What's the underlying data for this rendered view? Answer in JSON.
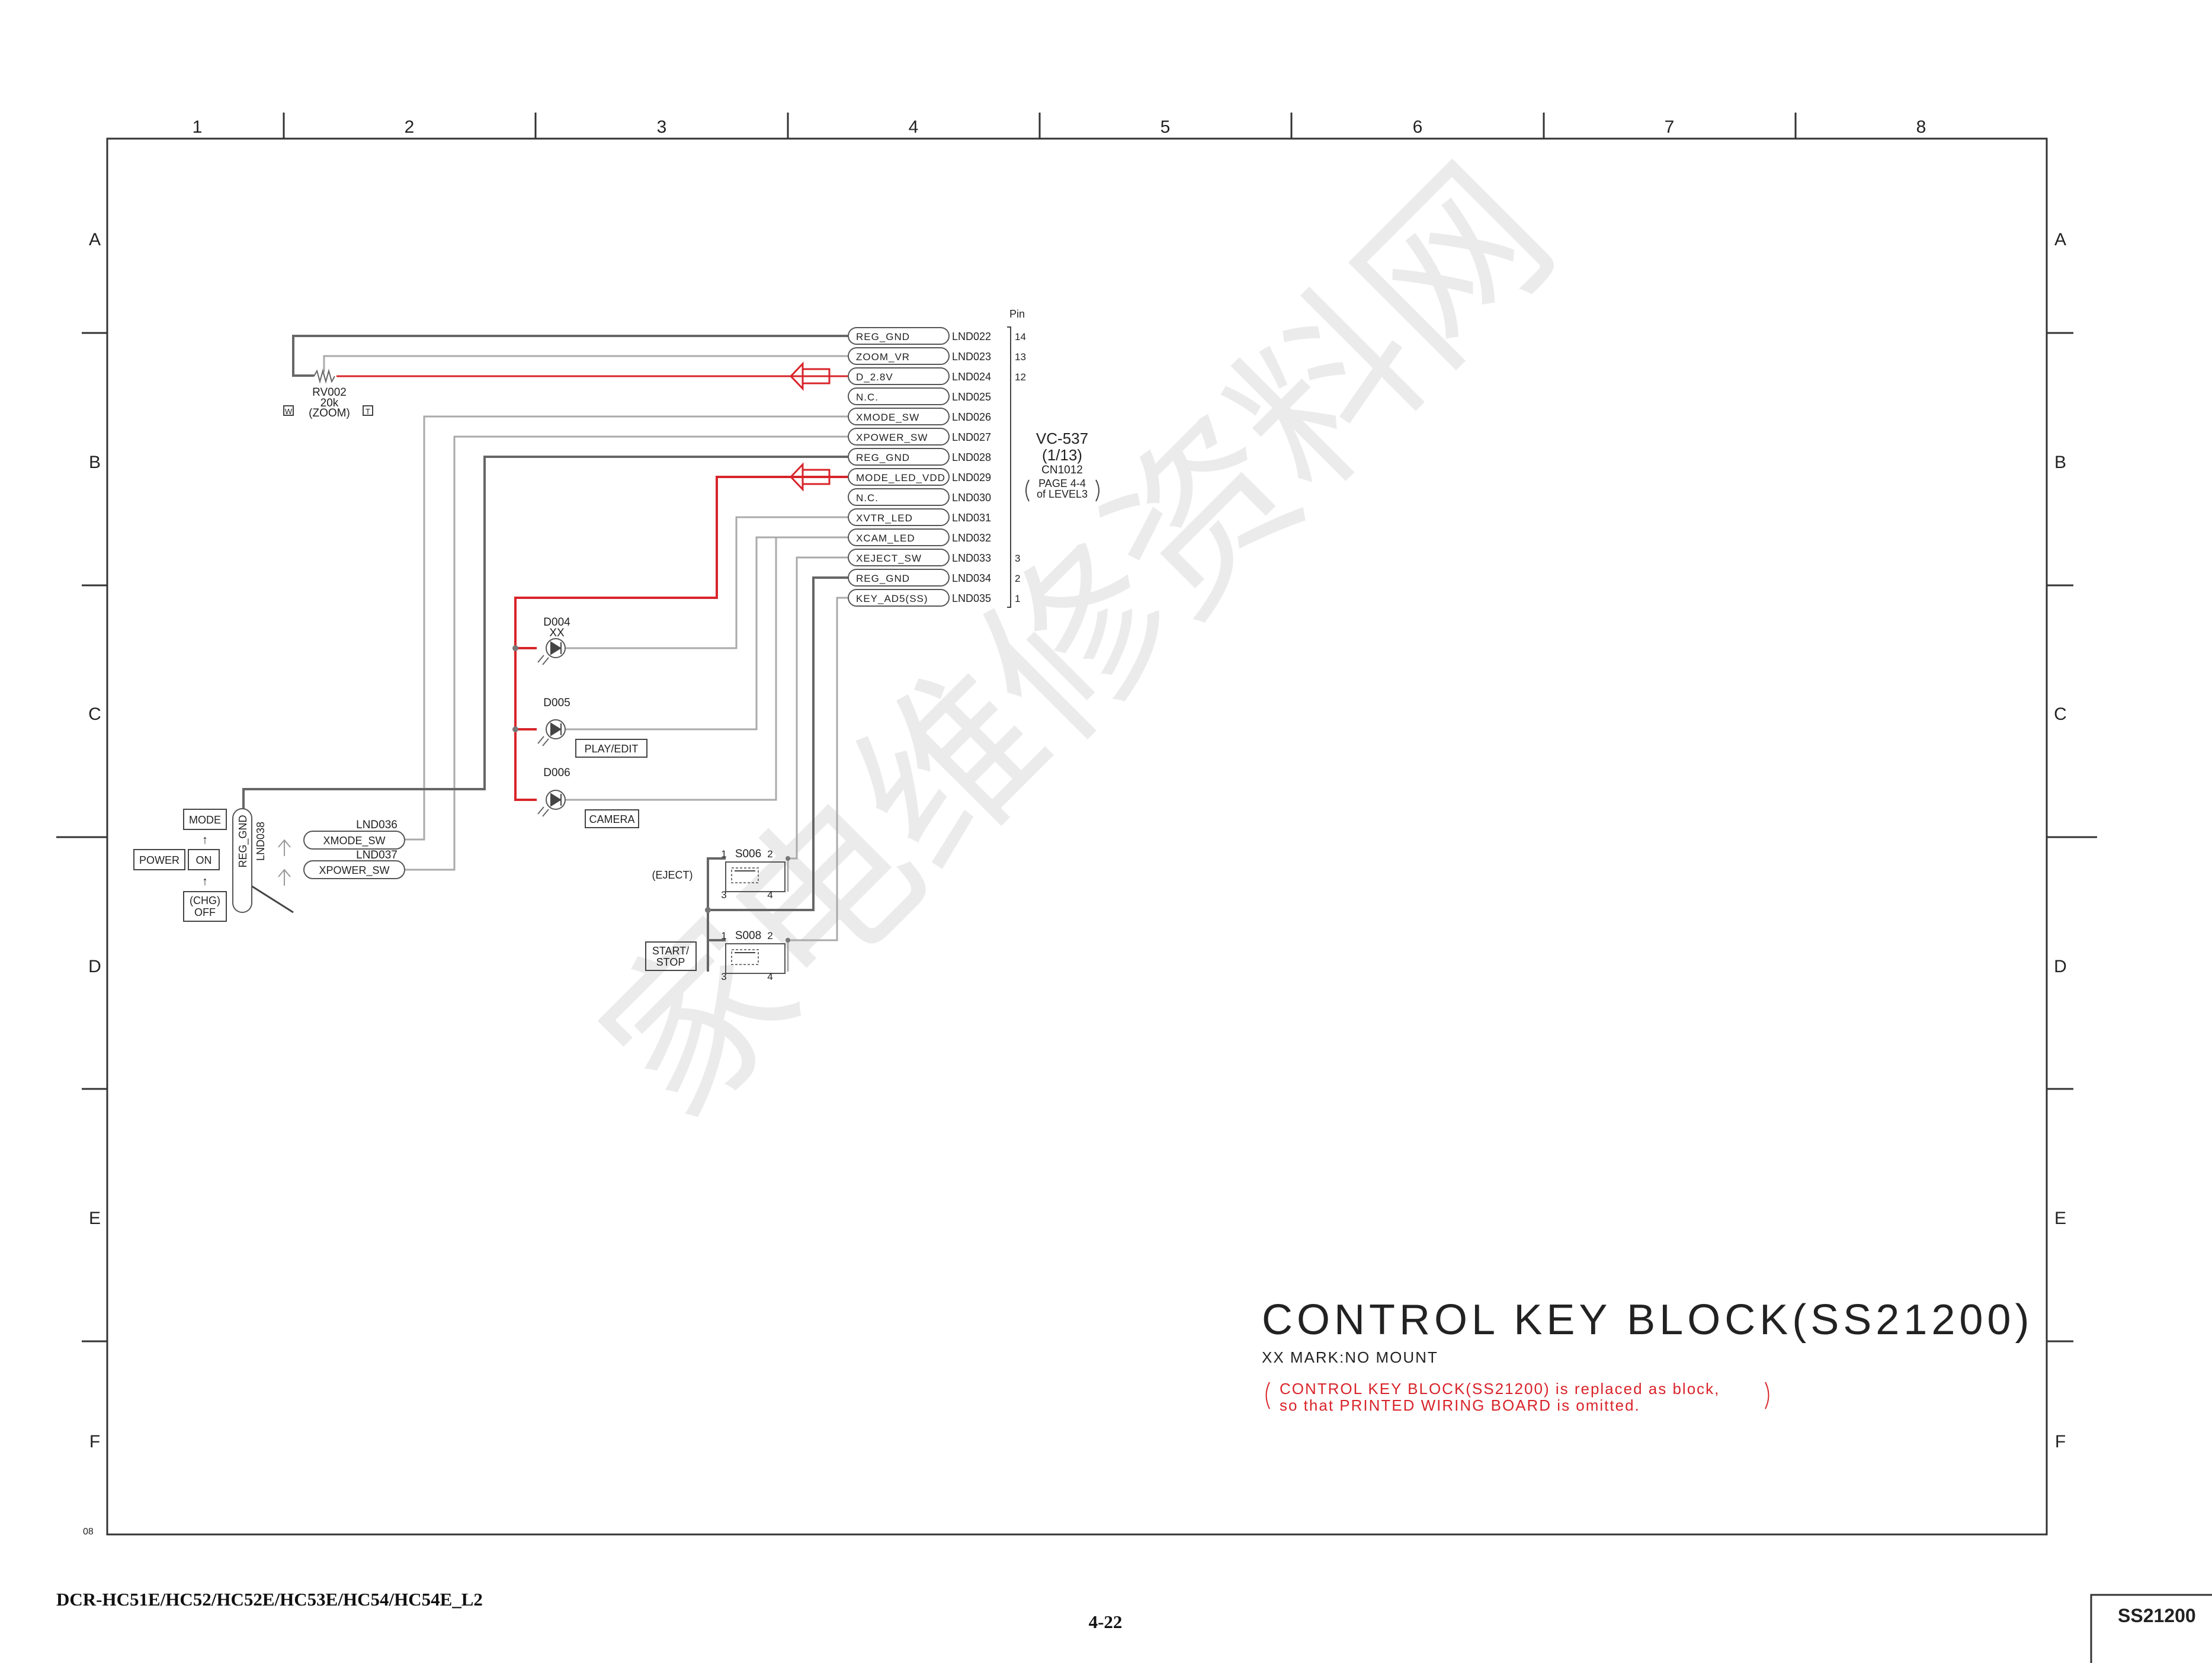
{
  "grid": {
    "columns": [
      "1",
      "2",
      "3",
      "4",
      "5",
      "6",
      "7",
      "8"
    ],
    "rows": [
      "A",
      "B",
      "C",
      "D",
      "E",
      "F"
    ]
  },
  "connector": {
    "pin_header": "Pin",
    "board": "VC-537",
    "sheet": "(1/13)",
    "ref": "CN1012",
    "page_line1": "PAGE 4-4",
    "page_line2": "of LEVEL3",
    "pins": [
      {
        "signal": "REG_GND",
        "land": "LND022",
        "pin": "14"
      },
      {
        "signal": "ZOOM_VR",
        "land": "LND023",
        "pin": "13"
      },
      {
        "signal": "D_2.8V",
        "land": "LND024",
        "pin": "12"
      },
      {
        "signal": "N.C.",
        "land": "LND025",
        "pin": ""
      },
      {
        "signal": "XMODE_SW",
        "land": "LND026",
        "pin": ""
      },
      {
        "signal": "XPOWER_SW",
        "land": "LND027",
        "pin": ""
      },
      {
        "signal": "REG_GND",
        "land": "LND028",
        "pin": ""
      },
      {
        "signal": "MODE_LED_VDD",
        "land": "LND029",
        "pin": ""
      },
      {
        "signal": "N.C.",
        "land": "LND030",
        "pin": ""
      },
      {
        "signal": "XVTR_LED",
        "land": "LND031",
        "pin": ""
      },
      {
        "signal": "XCAM_LED",
        "land": "LND032",
        "pin": ""
      },
      {
        "signal": "XEJECT_SW",
        "land": "LND033",
        "pin": "3"
      },
      {
        "signal": "REG_GND",
        "land": "LND034",
        "pin": "2"
      },
      {
        "signal": "KEY_AD5(SS)",
        "land": "LND035",
        "pin": "1"
      }
    ]
  },
  "rv002": {
    "ref": "RV002",
    "value": "20k",
    "label": "(ZOOM)",
    "w": "W",
    "t": "T"
  },
  "leds": [
    {
      "ref": "D004",
      "note": "XX",
      "label": ""
    },
    {
      "ref": "D005",
      "note": "",
      "label": "PLAY/EDIT"
    },
    {
      "ref": "D006",
      "note": "",
      "label": "CAMERA"
    }
  ],
  "switches": [
    {
      "ref": "S006",
      "label": "(EJECT)",
      "p1": "1",
      "p2": "2",
      "p3": "3",
      "p4": "4"
    },
    {
      "ref": "S008",
      "label_l1": "START/",
      "label_l2": "STOP",
      "p1": "1",
      "p2": "2",
      "p3": "3",
      "p4": "4"
    }
  ],
  "power_switch": {
    "mode": "MODE",
    "power": "POWER",
    "on": "ON",
    "chg": "(CHG)",
    "off": "OFF",
    "reg_gnd": "REG_GND",
    "lnd038": "LND038",
    "lnd036": "LND036",
    "xmode": "XMODE_SW",
    "lnd037": "LND037",
    "xpower": "XPOWER_SW"
  },
  "title": {
    "main": "CONTROL KEY BLOCK(SS21200)",
    "sub": "XX MARK:NO MOUNT",
    "note1": "CONTROL KEY BLOCK(SS21200) is replaced as block,",
    "note2": "so that PRINTED WIRING BOARD is omitted."
  },
  "footer": {
    "model": "DCR-HC51E/HC52/HC52E/HC53E/HC54/HC54E_L2",
    "page": "4-22",
    "code": "SS21200",
    "corner": "08"
  },
  "watermark": "家电维修资料网",
  "colors": {
    "signal_red": "#d8242a",
    "wire_dark": "#666666",
    "wire_light": "#aaaaaa"
  }
}
